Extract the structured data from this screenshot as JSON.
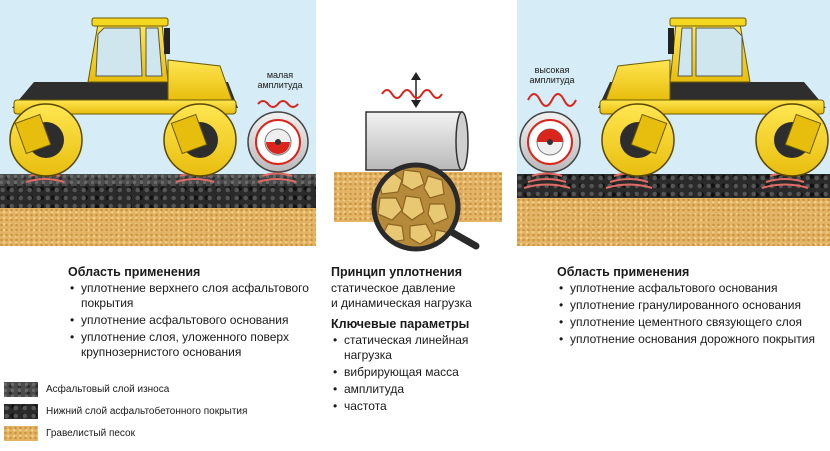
{
  "left_panel": {
    "amplitude_label": "малая\nамплитуда",
    "heading": "Область применения",
    "items": [
      "уплотнение верхнего слоя асфальтового покрытия",
      "уплотнение асфальтового основания",
      "уплотнение слоя, уложенного поверх крупнозернистого основания"
    ]
  },
  "center_panel": {
    "principle_heading": "Принцип уплотнения",
    "principle_lines": [
      "статическое давление",
      "и динамическая нагрузка"
    ],
    "params_heading": "Ключевые параметры",
    "params_items": [
      "статическая линейная нагрузка",
      "вибрирующая масса",
      "амплитуда",
      "частота"
    ]
  },
  "right_panel": {
    "amplitude_label": "высокая\nамплитуда",
    "heading": "Область применения",
    "items": [
      "уплотнение асфальтового основания",
      "уплотнение гранулированного основания",
      "уплотнение цементного связующего слоя",
      "уплотнение основания дорожного покрытия"
    ]
  },
  "legend": [
    {
      "label": "Асфальтовый слой износа",
      "type": "asphalt-top"
    },
    {
      "label": "Нижний слой асфальтобетонного покрытия",
      "type": "asphalt-bottom"
    },
    {
      "label": "Гравелистый песок",
      "type": "sand"
    }
  ],
  "colors": {
    "roller_yellow": "#f3d21c",
    "roller_dark": "#3b3b3b",
    "vibration_red": "#d9251c",
    "sky": "#d6ecf6",
    "sand": "#e4b466"
  },
  "icons": [
    "roller-left",
    "roller-right",
    "drum-small-amplitude",
    "drum-high-amplitude",
    "drum-section",
    "magnifier"
  ]
}
